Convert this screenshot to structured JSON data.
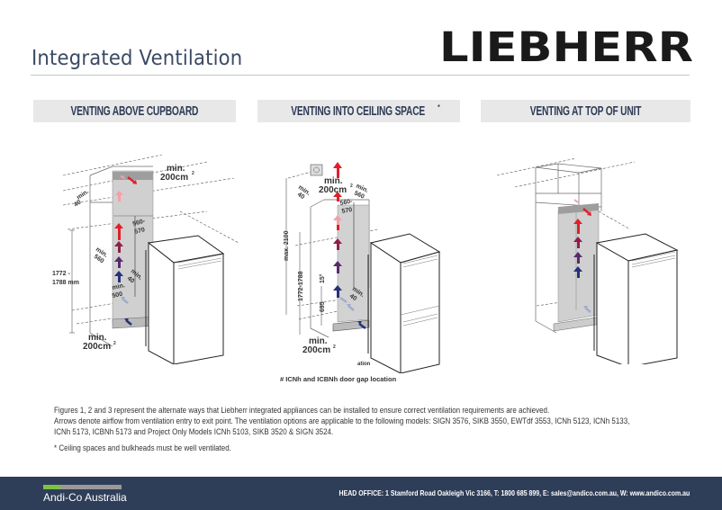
{
  "header": {
    "title": "Integrated Ventilation",
    "logo_text": "LIEBHERR"
  },
  "sections": [
    {
      "label": "VENTING ABOVE CUPBOARD",
      "superscript": ""
    },
    {
      "label": "VENTING INTO CEILING SPACE",
      "superscript": "*"
    },
    {
      "label": "VENTING AT TOP OF UNIT",
      "superscript": ""
    }
  ],
  "figures": {
    "fig1": {
      "top_vent": "min.",
      "top_vent_area": "200cm",
      "left_depth": "min.",
      "left_depth_val": "40",
      "width_label_a": "560-",
      "width_label_b": "570",
      "depth_label": "min.",
      "depth_val": "560",
      "height_a": "1772 -",
      "height_b": "1788 mm",
      "gap_label": "min.",
      "gap_val": "40",
      "bottom_depth": "min.",
      "bottom_depth_val": "500",
      "bottom_vent": "min.",
      "bottom_vent_area": "200cm"
    },
    "fig2": {
      "top_vent": "min.",
      "top_vent_area": "200cm",
      "left_depth": "min.",
      "left_depth_val": "40",
      "right_depth": "min.",
      "right_depth_val": "560",
      "width_a": "560-",
      "width_b": "570",
      "max_height": "max. 2100",
      "height": "1772-1788",
      "angle": "15°",
      "gap_label": "min.",
      "gap_val": "40",
      "plinth": "695",
      "bottom_vent": "min.",
      "bottom_vent_area": "200cm",
      "ation": "ation",
      "caption": "# ICNh and ICBNh door gap location"
    }
  },
  "body": {
    "line1": "Figures 1, 2 and 3 represent the alternate ways that Liebherr integrated appliances can be installed to ensure correct ventilation requirements are achieved.",
    "line2": "Arrows denote airflow from ventilation entry to exit point. The ventilation options are applicable to the following models: SIGN 3576, SIKB 3550, EWTdf 3553, ICNh 5123, ICNh 5133,",
    "line3": "ICNh 5173, ICBNh 5173 and Project Only Models ICNh 5103, SIKB 3520 & SIGN 3524.",
    "note": "* Ceiling spaces and bulkheads must be well ventilated."
  },
  "footer": {
    "brand": "Andi-Co Australia",
    "contact": "HEAD OFFICE: 1 Stamford Road Oakleigh Vic 3166, T: 1800 685 899, E: sales@andico.com.au, W: www.andico.com.au",
    "colors": {
      "background": "#2f3e58",
      "accent_green": "#7dc242",
      "accent_gray": "#9a9898"
    }
  },
  "colors": {
    "title": "#3a4a66",
    "tab_bg": "#e8e8e9",
    "tab_text": "#2e3b55",
    "arrow_red": "#e0202a",
    "arrow_maroon": "#8e1f4a",
    "arrow_purple": "#5a2a6e",
    "arrow_blue": "#27307a",
    "arrow_light": "#9aa3bf",
    "arrow_orange": "#f0a030"
  }
}
